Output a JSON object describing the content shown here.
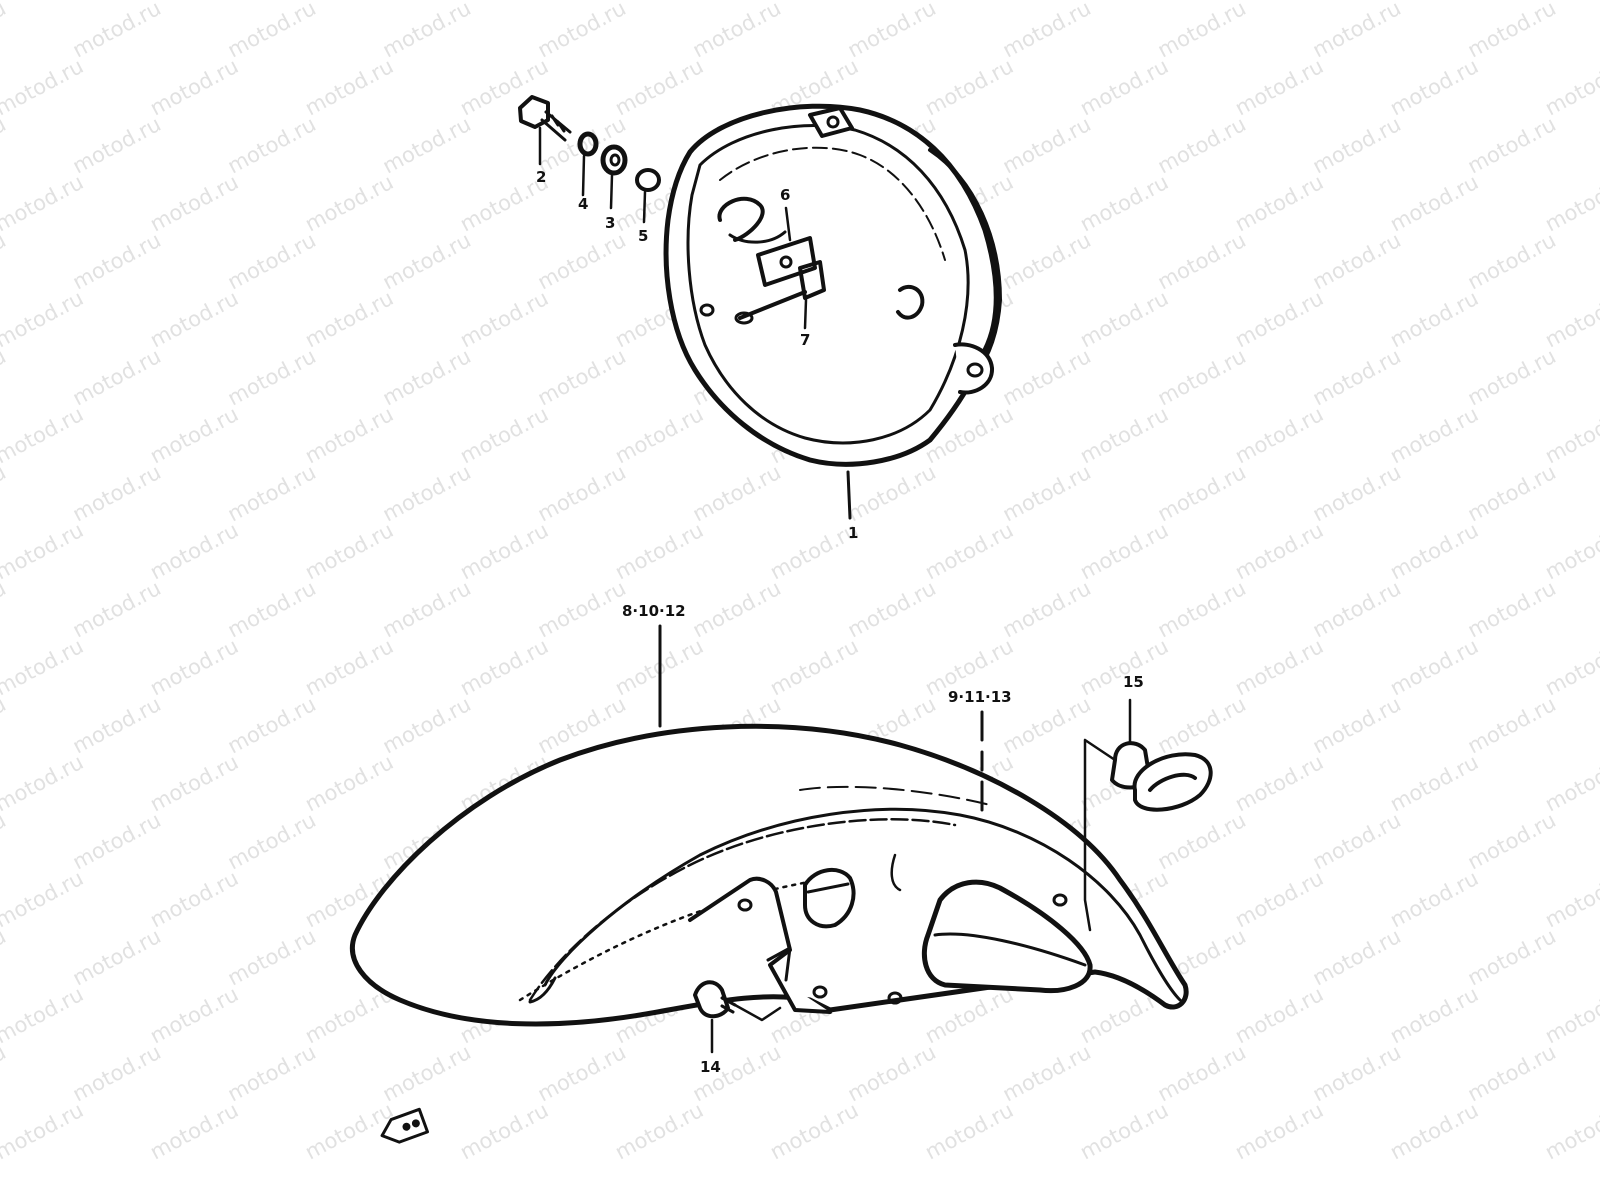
{
  "watermark": "motod.ru",
  "colors": {
    "ink": "#111111",
    "watermark": "#c9c9c9",
    "background": "#ffffff"
  },
  "callouts": {
    "c1": "1",
    "c2": "2",
    "c3": "3",
    "c4": "4",
    "c5": "5",
    "c6": "6",
    "c7": "7",
    "c8": "8·10·12",
    "c9": "9·11·13",
    "c14": "14",
    "c15": "15"
  },
  "icons": {
    "front_indicator": "fwd-arrow-icon"
  }
}
